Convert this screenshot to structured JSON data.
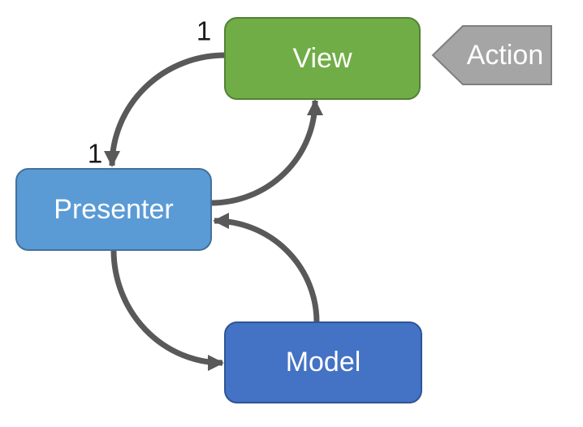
{
  "background_color": "#ffffff",
  "diagram": {
    "type": "architecture-flow-diagram",
    "arrow_color": "#595959",
    "nodes": [
      {
        "id": "view",
        "label": "View",
        "shape": "rounded-rectangle",
        "fill": "#70AD47",
        "border": "#538135",
        "text_color": "#FFFFFF"
      },
      {
        "id": "presenter",
        "label": "Presenter",
        "shape": "rounded-rectangle",
        "fill": "#5B9BD5",
        "border": "#41719C",
        "text_color": "#FFFFFF"
      },
      {
        "id": "model",
        "label": "Model",
        "shape": "rounded-rectangle",
        "fill": "#4472C4",
        "border": "#2F5597",
        "text_color": "#FFFFFF"
      },
      {
        "id": "action",
        "label": "Action",
        "shape": "left-pointing-pentagon",
        "fill": "#A5A5A5",
        "border": "#7F7F7F",
        "text_color": "#FFFFFF"
      }
    ],
    "edges": [
      {
        "from": "view",
        "to": "presenter",
        "style": "curved-arrow"
      },
      {
        "from": "presenter",
        "to": "view",
        "style": "curved-arrow"
      },
      {
        "from": "model",
        "to": "presenter",
        "style": "curved-arrow"
      },
      {
        "from": "presenter",
        "to": "model",
        "style": "curved-arrow"
      },
      {
        "from": "action",
        "to": "view",
        "style": "pentagon-pointer"
      }
    ],
    "annotations": [
      {
        "text": "1",
        "color": "#1A1A1A",
        "position": "view-end-of-view-presenter-edge"
      },
      {
        "text": "1",
        "color": "#1A1A1A",
        "position": "presenter-end-of-view-presenter-edge"
      }
    ]
  }
}
